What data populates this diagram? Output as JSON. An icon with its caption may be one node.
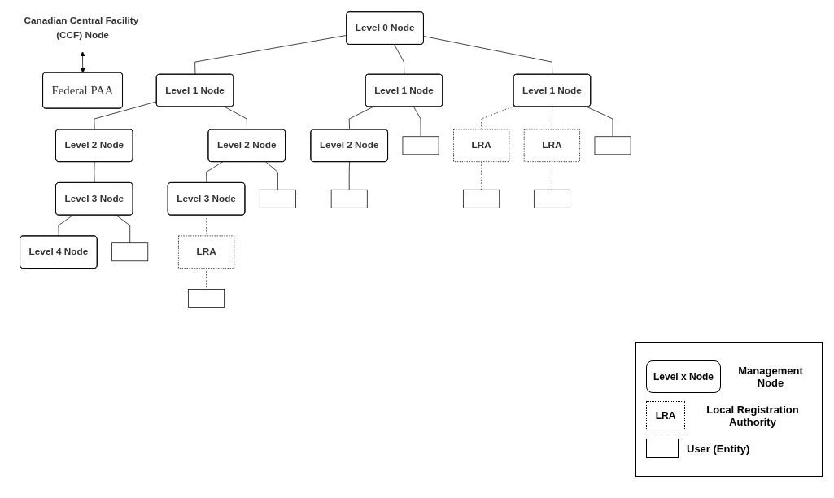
{
  "diagram": {
    "nodes": [
      {
        "text": [
          "Level 0 Node"
        ]
      },
      {
        "text": [
          "Canadian Central Facility (CCF) Node"
        ]
      },
      {
        "text": [
          "Federal PAA"
        ]
      },
      {
        "text": [
          "Level 1 Node"
        ]
      },
      {
        "text": [
          "Level 1 Node"
        ]
      },
      {
        "text": [
          "Level 1 Node"
        ]
      },
      {
        "text": [
          "Level 2 Node"
        ]
      },
      {
        "text": [
          "Level 2 Node"
        ]
      },
      {
        "text": [
          "Level 2 Node"
        ]
      },
      {
        "text": [],
        "shape": "box"
      },
      {
        "text": [
          "LRA"
        ]
      },
      {
        "text": [
          "LRA"
        ]
      },
      {
        "text": [
          "Level 3 Node"
        ]
      },
      {
        "text": [
          "Level 3 Node"
        ]
      },
      {
        "text": [],
        "shape": "box"
      },
      {
        "text": [],
        "shape": "box"
      },
      {
        "text": [],
        "shape": "box"
      },
      {
        "text": [],
        "shape": "box"
      },
      {
        "text": [],
        "shape": "box"
      },
      {
        "text": [
          "Level 4 Node"
        ]
      },
      {
        "text": [],
        "shape": "box"
      },
      {
        "text": [
          "LRA"
        ]
      },
      {
        "text": [],
        "shape": "box"
      }
    ],
    "edges": [
      {
        "from": 0,
        "to": 3,
        "arrow": "none"
      },
      {
        "from": 0,
        "to": 4,
        "arrow": "none"
      },
      {
        "from": 0,
        "to": 5,
        "arrow": "none"
      },
      {
        "from": 1,
        "to": 2,
        "arrow": "both"
      },
      {
        "from": 3,
        "to": 6,
        "arrow": "none"
      },
      {
        "from": 3,
        "to": 7,
        "arrow": "none"
      },
      {
        "from": 4,
        "to": 8,
        "arrow": "none"
      },
      {
        "from": 4,
        "to": 9,
        "arrow": "none"
      },
      {
        "from": 5,
        "to": 10,
        "arrow": "none",
        "style": "dashed"
      },
      {
        "from": 5,
        "to": 17,
        "arrow": "none"
      },
      {
        "from": 5,
        "to": 11,
        "arrow": "none",
        "style": "dashed"
      },
      {
        "from": 6,
        "to": 12,
        "arrow": "none"
      },
      {
        "from": 7,
        "to": 13,
        "arrow": "none"
      },
      {
        "from": 7,
        "to": 14,
        "arrow": "none"
      },
      {
        "from": 8,
        "to": 15,
        "arrow": "none"
      },
      {
        "from": 10,
        "to": 16,
        "arrow": "none",
        "style": "dashed"
      },
      {
        "from": 11,
        "to": 18,
        "arrow": "none",
        "style": "dashed"
      },
      {
        "from": 12,
        "to": 19,
        "arrow": "none"
      },
      {
        "from": 12,
        "to": 20,
        "arrow": "none"
      },
      {
        "from": 13,
        "to": 21,
        "arrow": "none",
        "style": "dashed"
      },
      {
        "from": 21,
        "to": 22,
        "arrow": "none",
        "style": "dashed"
      }
    ],
    "labels": [
      "Level x Node",
      "LRA"
    ],
    "legend": [
      {
        "text": "Management Node"
      },
      {
        "text": "Local Registration Authority"
      },
      {
        "text": "User (Entity)"
      }
    ]
  }
}
